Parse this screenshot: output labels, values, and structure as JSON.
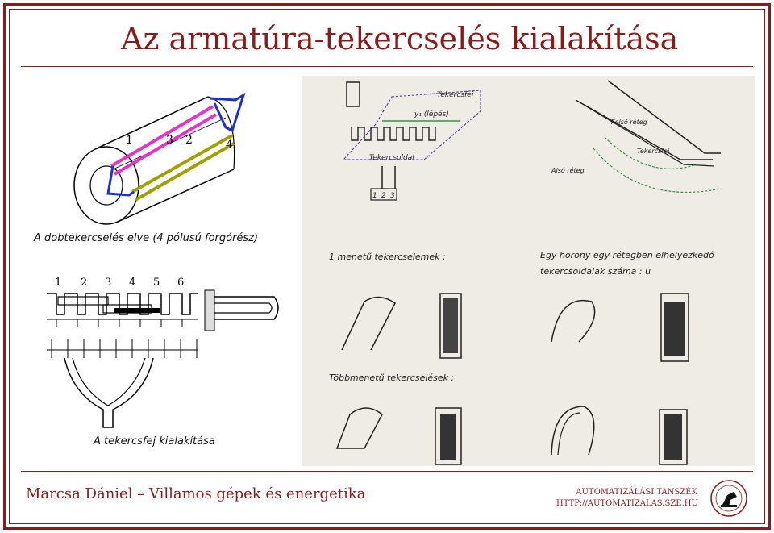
{
  "slide": {
    "title": "Az armatúra-tekercselés kialakítása",
    "footer_author": "Marcsa Dániel – Villamos gépek és energetika",
    "footer_dept": "AUTOMATIZÁLÁSI TANSZÉK",
    "footer_url": "HTTP://AUTOMATIZALAS.SZE.HU"
  },
  "left_top": {
    "caption": "A dobtekercselés elve (4 pólusú forgórész)",
    "labels": [
      "1",
      "3",
      "2",
      "4"
    ]
  },
  "left_bottom": {
    "caption": "A tekercsfej kialakítása",
    "slot_numbers": [
      "1",
      "2",
      "3",
      "4",
      "5",
      "6"
    ]
  },
  "right": {
    "labels": {
      "tekercsfej": "Tekercsfej",
      "lepes": "y₁ (lépés)",
      "tekercsoldal": "Tekercsoldal",
      "box_digits": [
        "1",
        "2",
        "3"
      ],
      "felso_reteg": "Felső réteg",
      "tekercsfej2": "Tekercsfej",
      "also_reteg": "Alsó réteg"
    },
    "single_turn": "1 menetű tekercselemek :",
    "slot_text_1": "Egy horony egy rétegben elhelyezkedő",
    "slot_text_2": "tekercsoldalak száma : u",
    "multi_turn": "Többmenetű tekercselések :"
  },
  "colors": {
    "accent": "#8b1a1a",
    "magenta": "#e535c8",
    "olive": "#a0a000",
    "blue": "#1b2fd6",
    "green": "#2c9a3a"
  }
}
